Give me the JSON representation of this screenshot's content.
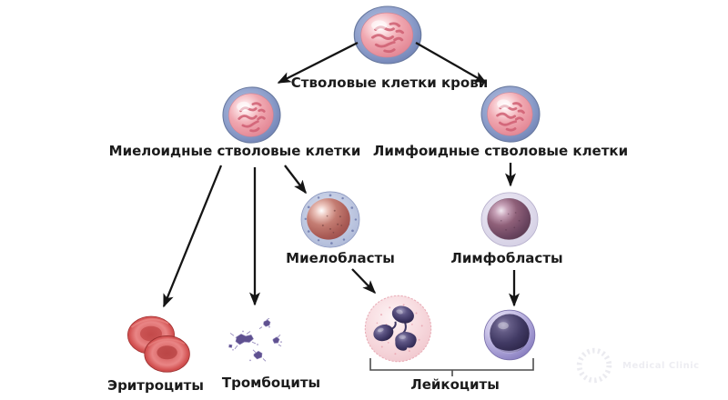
{
  "diagram": {
    "type": "flowchart",
    "language": "ru",
    "nodes": {
      "stem": {
        "label": "Стволовые клетки крови"
      },
      "myeloid": {
        "label": "Миелоидные стволовые клетки"
      },
      "lymphoid": {
        "label": "Лимфоидные стволовые клетки"
      },
      "myeloblast": {
        "label": "Миелобласты"
      },
      "lymphoblast": {
        "label": "Лимфобласты"
      },
      "erythrocytes": {
        "label": "Эритроциты"
      },
      "thrombocytes": {
        "label": "Тромбоциты"
      },
      "leukocytes": {
        "label": "Лейкоциты"
      }
    },
    "edges": [
      {
        "from": "stem",
        "to": "myeloid"
      },
      {
        "from": "stem",
        "to": "lymphoid"
      },
      {
        "from": "myeloid",
        "to": "erythrocytes"
      },
      {
        "from": "myeloid",
        "to": "thrombocytes"
      },
      {
        "from": "myeloid",
        "to": "myeloblast"
      },
      {
        "from": "lymphoid",
        "to": "lymphoblast"
      },
      {
        "from": "myeloblast",
        "to": "leukocytes"
      },
      {
        "from": "lymphoblast",
        "to": "leukocytes"
      }
    ]
  },
  "watermark": {
    "text": "Medical Clinic"
  },
  "colors": {
    "background": "#ffffff",
    "text": "#1b1b1b",
    "arrow": "#151515",
    "bracket": "#4c4c4c",
    "stem_cell_rim_blue": "#8b9cc9",
    "stem_cell_pink": "#ec9da8",
    "myeloblast_maroon": "#a85b55",
    "lymphoblast_plum": "#6b4560",
    "erythrocyte_red": "#cc4444",
    "thrombocyte_violet": "#5f5190",
    "neutrophil_pink": "#f5d2d8",
    "nucleus_dark_purple": "#3c3562",
    "lymphocyte_lavender": "#a299d1"
  }
}
